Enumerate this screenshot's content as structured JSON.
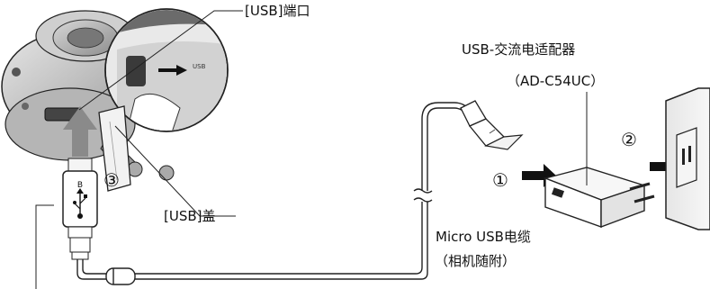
{
  "labels": {
    "usb_port": "[USB]端口",
    "adapter_name": "USB-交流电适配器",
    "adapter_model": "（AD-C54UC）",
    "usb_cover": "[USB]盖",
    "cable_name": "Micro USB电缆",
    "cable_note": "（相机随附）"
  },
  "steps": [
    "①",
    "②",
    "③"
  ],
  "plug_marks": {
    "micro_b_letter": "B",
    "port_small_text": "USB"
  }
}
